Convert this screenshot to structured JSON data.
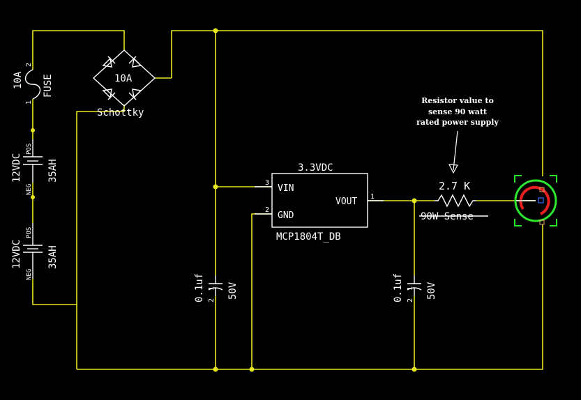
{
  "components": {
    "fuse": {
      "rating": "10A",
      "name": "FUSE",
      "pin_top": "2",
      "pin_bottom": "1"
    },
    "bridge": {
      "rating": "10A",
      "name": "Schottky"
    },
    "battery_top": {
      "voltage": "12VDC",
      "capacity": "35AH",
      "pos": "POS",
      "neg": "NEG"
    },
    "battery_bottom": {
      "voltage": "12VDC",
      "capacity": "35AH",
      "pos": "POS",
      "neg": "NEG"
    },
    "regulator": {
      "voltage": "3.3VDC",
      "part": "MCP1804T_DB",
      "vin": "VIN",
      "gnd": "GND",
      "vout": "VOUT",
      "pin_vin": "3",
      "pin_gnd": "2",
      "pin_vout": "1"
    },
    "cap_left": {
      "value": "0.1uf",
      "voltage": "50V",
      "pin_top": "1",
      "pin_bottom": "2"
    },
    "cap_right": {
      "value": "0.1uf",
      "voltage": "50V",
      "pin_top": "1",
      "pin_bottom": "2"
    },
    "resistor": {
      "value": "2.7 K",
      "name": "90W Sense"
    }
  },
  "annotation": {
    "line1": "Resistor value to",
    "line2": "sense 90 watt",
    "line3": "rated power supply"
  },
  "colors": {
    "background": "#000000",
    "wire": "#e6e61e",
    "component": "#ffffff",
    "led_green": "#2ee62e",
    "led_red": "#e62020"
  }
}
